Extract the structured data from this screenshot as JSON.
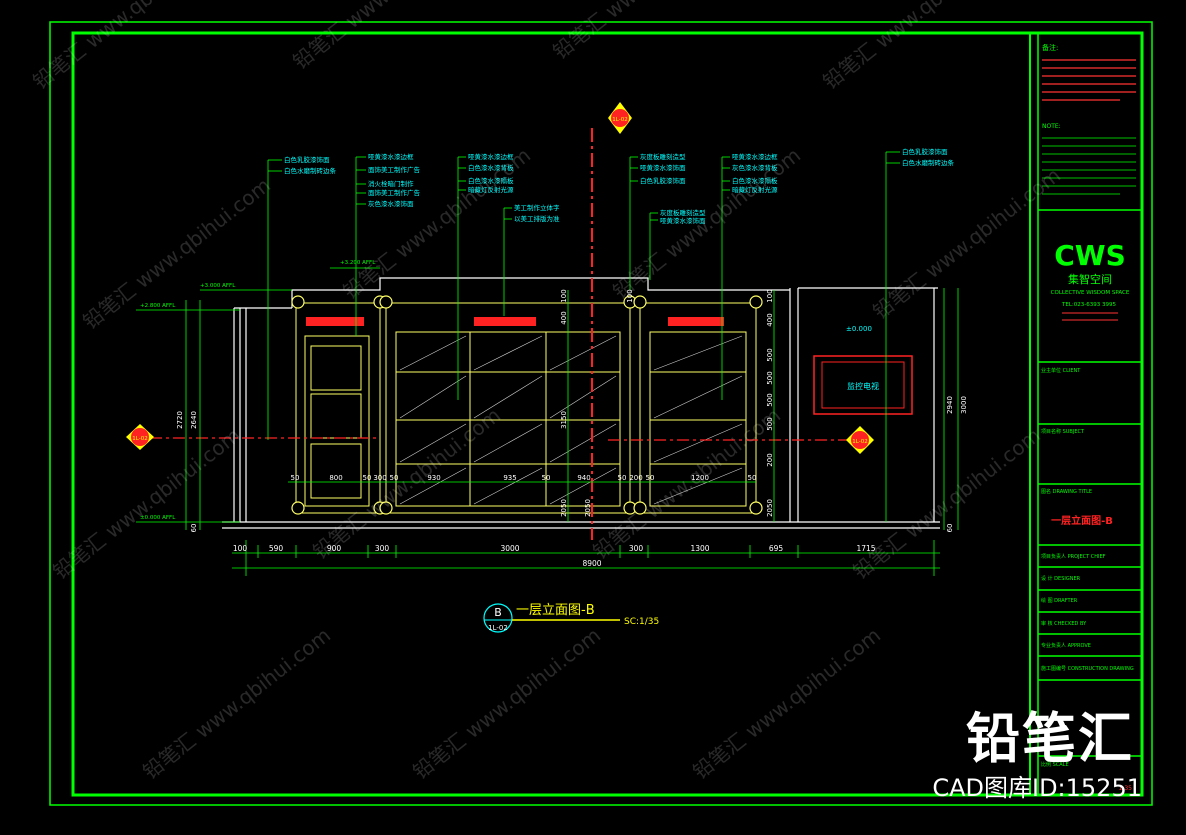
{
  "colors": {
    "frame": "#00ff00",
    "cabinet": "#ffff66",
    "dimension": "#00ff00",
    "annotation": "#00ffff",
    "section_line": "#ff0000",
    "background": "#000000",
    "watermark": "#ffffff"
  },
  "drawing": {
    "title_cn": "一层立面图-B",
    "symbol_letter": "B",
    "symbol_sheet": "1L-02",
    "scale": "SC:1/35",
    "marker_top": "1L-02",
    "marker_left": "1L-02",
    "marker_right": "1L-02",
    "tv_label": "监控电视",
    "floor_mark": "±0.000",
    "levels": [
      "+3.200 AFFL",
      "+3.000 AFFL",
      "+2.800 AFFL",
      "±0.000 AFFL"
    ]
  },
  "annotations": {
    "group1": [
      "白色乳胶漆饰面",
      "白色水磨制砖边条"
    ],
    "group2": [
      "哑黄漆水漆边框",
      "面饰美工制作广告",
      "消火栓暗门制作",
      "面饰美工制作广告",
      "灰色漆水漆饰面"
    ],
    "group3": [
      "哑黄漆水漆边框",
      "白色漆水漆背板",
      "白色漆水漆隔板",
      "暗藏灯反射光源"
    ],
    "group4": [
      "美工制作立体字",
      "以美工排版为准"
    ],
    "group5": [
      "灰度板雕刻造型",
      "哑黄漆水漆饰面",
      "白色乳胶漆饰面"
    ],
    "group6": [
      "灰度板雕刻造型",
      "哑黄漆水漆饰面"
    ],
    "group7": [
      "哑黄漆水漆边框",
      "灰色漆水漆背板",
      "白色漆水漆隔板",
      "暗藏灯反射光源"
    ],
    "group8": [
      "白色乳胶漆饰面",
      "白色水磨制砖边条"
    ]
  },
  "dimensions": {
    "bottom_row": [
      "100",
      "590",
      "900",
      "300",
      "3000",
      "300",
      "1300",
      "695",
      "1715"
    ],
    "total": "8900",
    "inner_row": [
      "50",
      "800",
      "50",
      "300",
      "50",
      "930",
      "935",
      "50",
      "940",
      "50",
      "200",
      "50",
      "1200",
      "50"
    ],
    "left_vertical": [
      "2720",
      "2640",
      "60"
    ],
    "right_vertical": [
      "2940",
      "3000",
      "60"
    ],
    "center_vertical": [
      "100",
      "400",
      "3150",
      "2050"
    ],
    "right_cabinet_vertical": [
      "100",
      "400",
      "500",
      "500",
      "500",
      "500",
      "200",
      "2050"
    ],
    "middle_vertical": [
      "100",
      "2050"
    ]
  },
  "title_block": {
    "notes_label": "备注:",
    "note_label": "NOTE:",
    "logo": "CWS",
    "company_cn": "集智空间",
    "company_en": "COLLECTIVE WISDOM SPACE",
    "tel": "TEL:023-6393 3995",
    "client_label": "业主单位 CLIENT",
    "project_label": "项目名称 SUBJECT",
    "drawing_title_label": "图名 DRAWING TITLE",
    "drawing_title_value": "一层立面图-B",
    "rows": [
      "项目负责人 PROJECT CHIEF",
      "设 计 DESIGNER",
      "绘 图 DRAFTER",
      "审 核 CHECKED BY",
      "专业负责人 APPROVE",
      "施工图编号 CONSTRUCTION DRAWING"
    ],
    "scale_label": "比例 SCALE",
    "scale_value": "1:35"
  },
  "watermark": {
    "big": "铅笔汇",
    "id": "CAD图库ID:15251",
    "repeat": "铅笔汇 www.qbihui.com"
  }
}
